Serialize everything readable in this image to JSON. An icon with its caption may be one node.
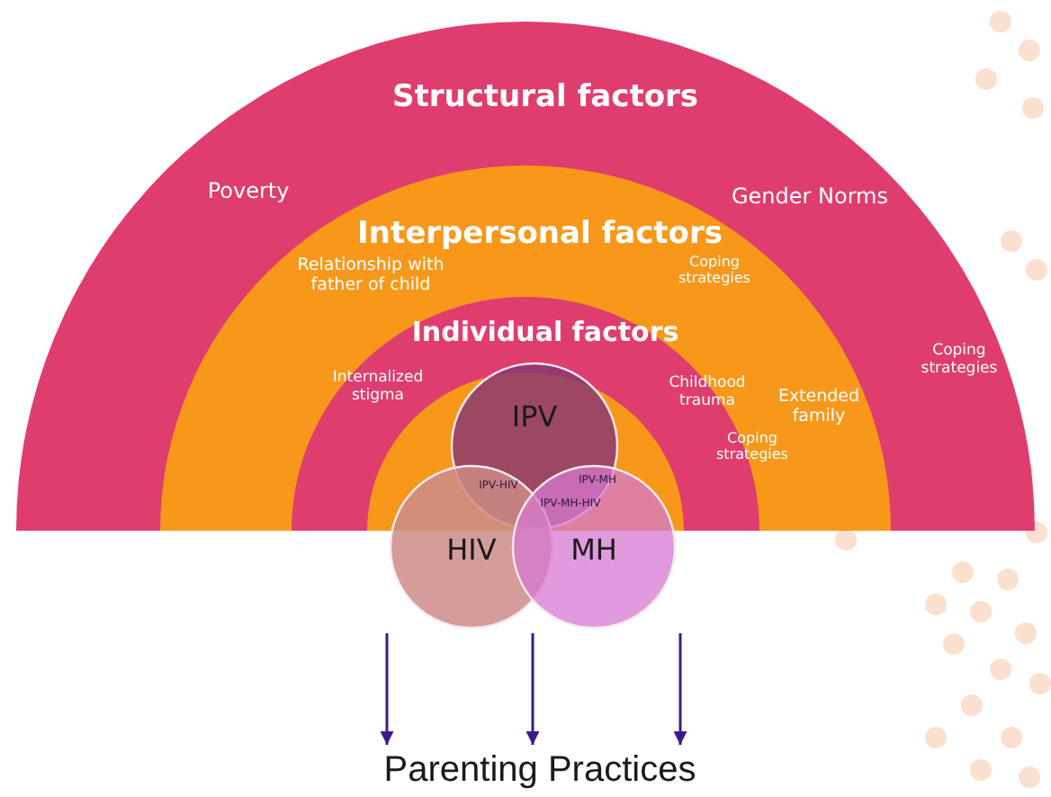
{
  "diagram": {
    "nodes": [
      {
        "text": [
          "Structural factors",
          "Poverty",
          "Gender Norms",
          "Coping strategies"
        ]
      },
      {
        "text": [
          "Interpersonal factors",
          "Relationship with father of child",
          "Coping strategies",
          "Extended family"
        ],
        "in": 0
      },
      {
        "text": [
          "Individual factors",
          "Internalized stigma",
          "Childhood trauma",
          "Coping strategies"
        ],
        "in": 1
      },
      {
        "text": [
          "IPV"
        ],
        "in": 2
      },
      {
        "text": [
          "HIV"
        ]
      },
      {
        "text": [
          "MH"
        ]
      },
      {
        "text": [
          "Parenting Practices"
        ]
      }
    ],
    "edges": [
      {
        "from": null,
        "to": 6,
        "arrow": "to"
      },
      {
        "from": null,
        "to": 6,
        "arrow": "to"
      },
      {
        "from": null,
        "to": 6,
        "arrow": "to"
      }
    ],
    "labels": [
      "IPV-HIV",
      "IPV-MH",
      "IPV-MH-HIV"
    ]
  }
}
